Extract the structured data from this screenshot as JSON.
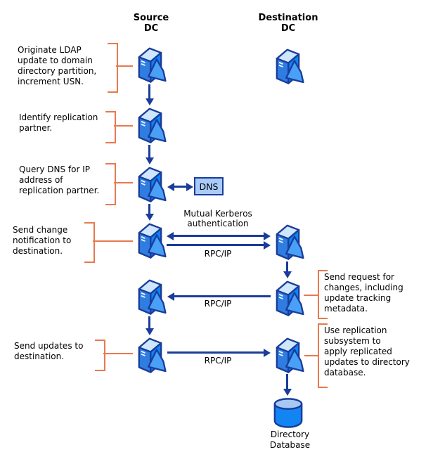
{
  "headers": {
    "source_dc": "Source\nDC",
    "destination_dc": "Destination\nDC"
  },
  "annotations": {
    "left": [
      {
        "text": "Originate LDAP\nupdate to domain\ndirectory partition,\nincrement USN."
      },
      {
        "text": "Identify replication\npartner."
      },
      {
        "text": "Query DNS for IP\naddress of\nreplication partner."
      },
      {
        "text": "Send change\nnotification to\ndestination."
      },
      {
        "text": "Send updates to\ndestination."
      }
    ],
    "right": [
      {
        "text": "Send request for\nchanges, including\nupdate tracking\nmetadata."
      },
      {
        "text": "Use replication\nsubsystem to\napply replicated\nupdates to directory\ndatabase."
      }
    ]
  },
  "labels": {
    "mutual_kerberos": "Mutual Kerberos\nauthentication",
    "rpc_ip": "RPC/IP",
    "dns": "DNS",
    "directory_database": "Directory\nDatabase"
  },
  "icons": {
    "server": "dc-server-icon",
    "database": "database-cylinder-icon",
    "dns": "dns-box"
  },
  "colors": {
    "arrow_navy": "#1a3c9b",
    "bracket_orange": "#e8794f",
    "server_front_blue": "#0c84f6",
    "server_top_blue": "#cfe7fe",
    "server_side_blue": "#2f7de0",
    "triangle_blue": "#49a1f7",
    "dns_fill": "#a9cbf8",
    "cylinder_top": "#a6c9f4",
    "cylinder_body": "#1285f3",
    "text": "#000000",
    "background": "#ffffff"
  }
}
